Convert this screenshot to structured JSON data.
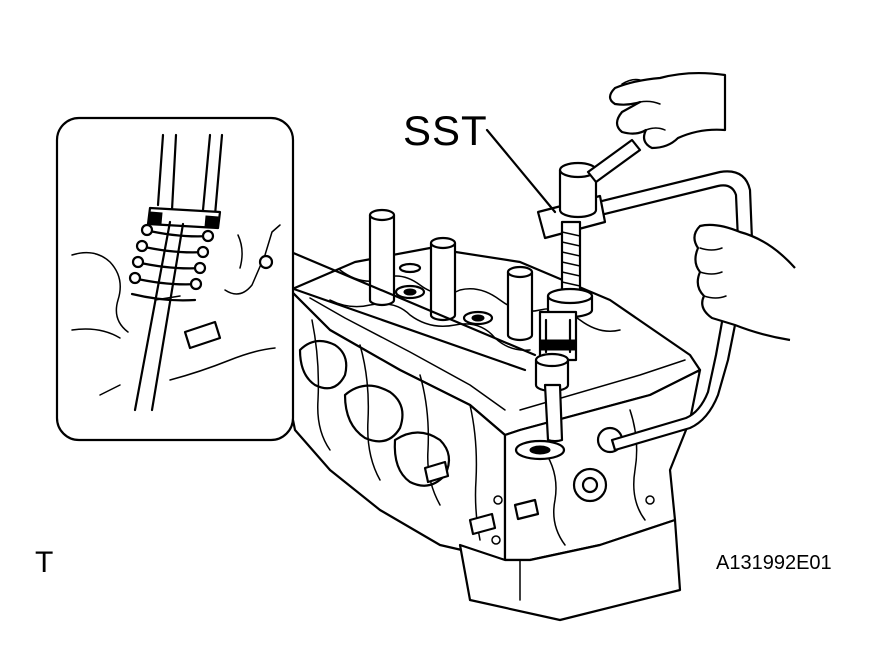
{
  "figure": {
    "callout_label": "SST",
    "corner_mark": "T",
    "figure_id": "A131992E01"
  },
  "icons": {
    "engine": "cylinder-head-illustration",
    "tool": "valve-spring-compressor-icon",
    "hand_top": "hand-icon",
    "hand_right": "hand-icon",
    "detail": "magnified-inset-icon"
  }
}
